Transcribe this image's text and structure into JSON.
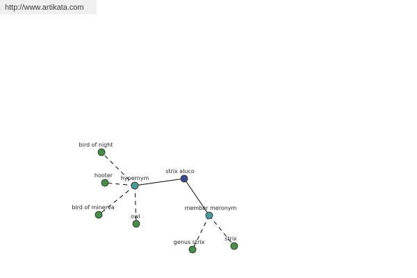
{
  "watermark": {
    "url": "http://www.artikata.com"
  },
  "colors": {
    "background": "#ffffff",
    "edge": "#000000",
    "center_node": "#3b4a8f",
    "relation_node": "#4e9a9a",
    "leaf_node": "#4a8a4a",
    "watermark_bg": "#efefef"
  },
  "graph": {
    "nodes": [
      {
        "id": "strix-aluco",
        "label": "strix aluco",
        "kind": "center"
      },
      {
        "id": "hypernym",
        "label": "hypernym",
        "kind": "relation"
      },
      {
        "id": "member-meronym",
        "label": "member meronym",
        "kind": "relation"
      },
      {
        "id": "bird-of-night",
        "label": "bird of night",
        "kind": "leaf"
      },
      {
        "id": "hooter",
        "label": "hooter",
        "kind": "leaf"
      },
      {
        "id": "bird-of-minerva",
        "label": "bird of minerva",
        "kind": "leaf"
      },
      {
        "id": "owl",
        "label": "owl",
        "kind": "leaf"
      },
      {
        "id": "genus-strix",
        "label": "genus strix",
        "kind": "leaf"
      },
      {
        "id": "strix",
        "label": "strix",
        "kind": "leaf"
      }
    ],
    "edges": [
      {
        "from": "strix-aluco",
        "to": "hypernym",
        "style": "solid"
      },
      {
        "from": "strix-aluco",
        "to": "member-meronym",
        "style": "solid"
      },
      {
        "from": "hypernym",
        "to": "bird-of-night",
        "style": "dashed"
      },
      {
        "from": "hypernym",
        "to": "hooter",
        "style": "dashed"
      },
      {
        "from": "hypernym",
        "to": "bird-of-minerva",
        "style": "dashed"
      },
      {
        "from": "hypernym",
        "to": "owl",
        "style": "dashed"
      },
      {
        "from": "member-meronym",
        "to": "genus-strix",
        "style": "dashed"
      },
      {
        "from": "member-meronym",
        "to": "strix",
        "style": "dashed"
      }
    ]
  }
}
